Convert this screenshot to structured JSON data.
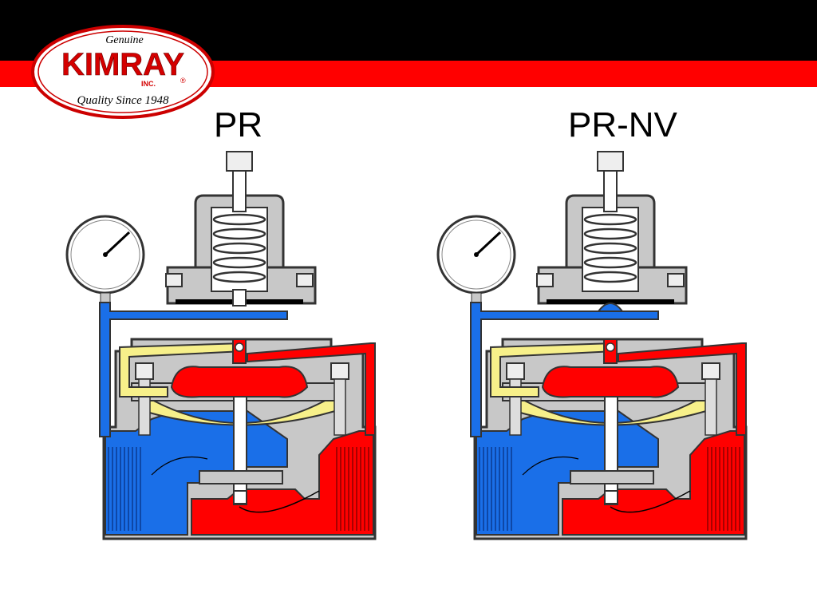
{
  "logo": {
    "top_text": "Genuine",
    "brand": "KIMRAY",
    "inc": "INC.",
    "registered": "®",
    "tagline": "Quality Since 1948"
  },
  "valves": [
    {
      "title": "PR"
    },
    {
      "title": "PR-NV"
    }
  ],
  "colors": {
    "header_black": "#000000",
    "header_red": "#ff0000",
    "inlet_red": "#ff0000",
    "outlet_blue": "#1a6fe8",
    "pilot_yellow": "#f7f08a",
    "body_gray": "#c8c8c8",
    "outline": "#333333"
  }
}
